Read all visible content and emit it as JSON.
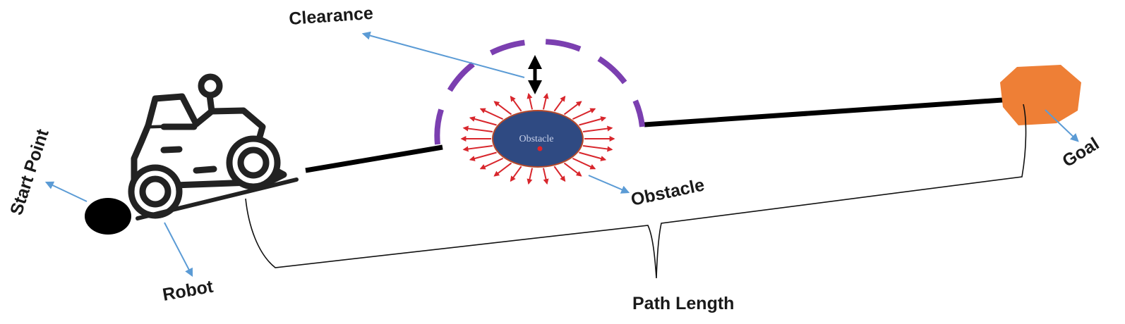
{
  "labels": {
    "clearance": "Clearance",
    "start_point": "Start Point",
    "robot": "Robot",
    "obstacle": "Obstacle",
    "obstacle_inner": "Obstacle",
    "goal": "Goal",
    "path_length": "Path Length"
  },
  "colors": {
    "path": "#000000",
    "clearance_ring": "#7b3fb0",
    "obstacle_fill": "#2f4a82",
    "obstacle_rays": "#d8262c",
    "goal": "#ee7f36",
    "pointer_arrows": "#5b9bd5",
    "start_point": "#000000"
  },
  "icons": {
    "robot": "rover-icon",
    "start": "filled-circle-icon",
    "goal": "octagon-icon"
  }
}
